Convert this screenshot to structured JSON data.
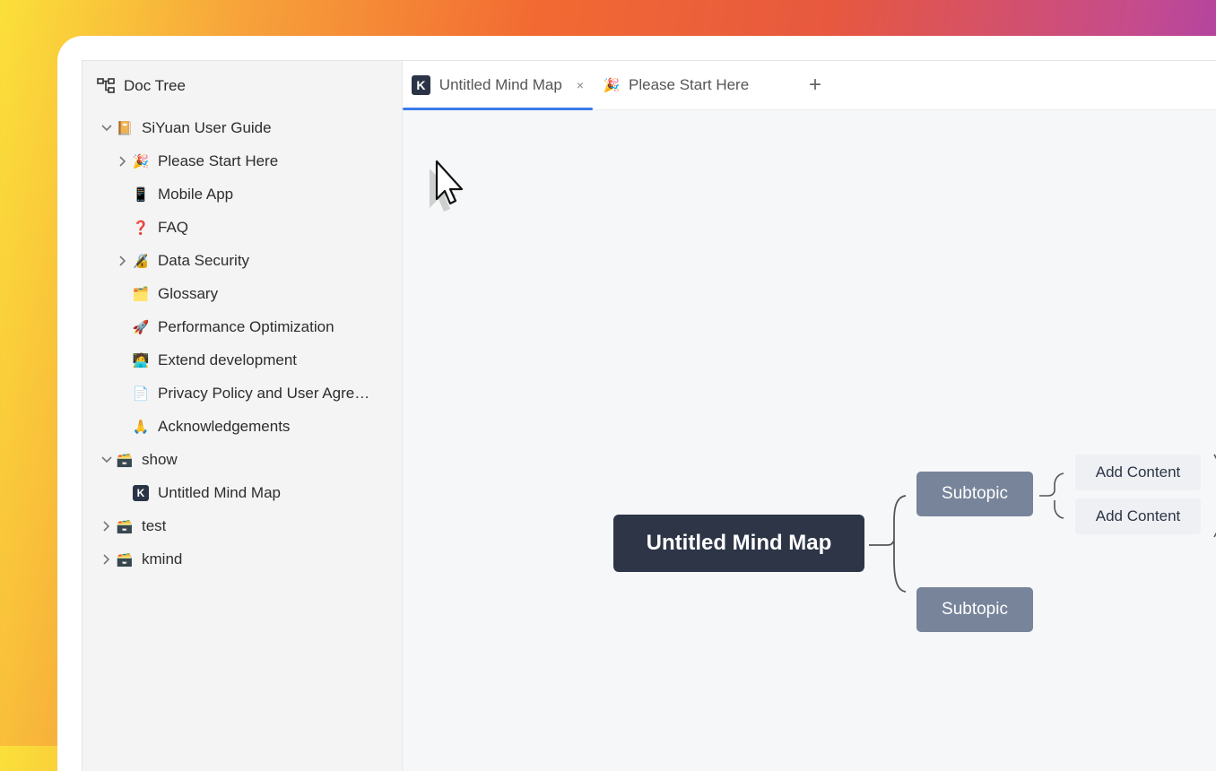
{
  "sidebar": {
    "header": "Doc Tree",
    "items": [
      {
        "label": "SiYuan User Guide",
        "emoji": "📔",
        "level": 0,
        "arrow": "expanded"
      },
      {
        "label": "Please Start Here",
        "emoji": "🎉",
        "level": 1,
        "arrow": "collapsed"
      },
      {
        "label": "Mobile App",
        "emoji": "📱",
        "level": 1,
        "arrow": "none"
      },
      {
        "label": "FAQ",
        "emoji": "❓",
        "level": 1,
        "arrow": "none"
      },
      {
        "label": "Data Security",
        "emoji": "🔏",
        "level": 1,
        "arrow": "collapsed"
      },
      {
        "label": "Glossary",
        "emoji": "🗂️",
        "level": 1,
        "arrow": "none"
      },
      {
        "label": "Performance Optimization",
        "emoji": "🚀",
        "level": 1,
        "arrow": "none"
      },
      {
        "label": "Extend development",
        "emoji": "🧑‍💻",
        "level": 1,
        "arrow": "none"
      },
      {
        "label": "Privacy Policy and User Agre…",
        "emoji": "📄",
        "level": 1,
        "arrow": "none"
      },
      {
        "label": "Acknowledgements",
        "emoji": "🙏",
        "level": 1,
        "arrow": "none"
      },
      {
        "label": "show",
        "emoji": "🗃️",
        "level": 0,
        "arrow": "expanded"
      },
      {
        "label": "Untitled Mind Map",
        "emoji": "K",
        "level": 1,
        "arrow": "none"
      },
      {
        "label": "test",
        "emoji": "🗃️",
        "level": 0,
        "arrow": "collapsed"
      },
      {
        "label": "kmind",
        "emoji": "🗃️",
        "level": 0,
        "arrow": "collapsed"
      }
    ]
  },
  "tabs": {
    "active": {
      "label": "Untitled Mind Map",
      "badge": "K",
      "close": "×"
    },
    "second": {
      "label": "Please Start Here",
      "emoji": "🎉"
    },
    "add": "+"
  },
  "mindmap": {
    "root": "Untitled Mind Map",
    "subtopic1": "Subtopic",
    "subtopic2": "Subtopic",
    "leaf1": "Add Content",
    "leaf2": "Add Content"
  },
  "colors": {
    "accent": "#3c7bea",
    "root_node": "#2d3547",
    "subtopic_node": "#77849a",
    "leaf_node": "#eef0f3"
  }
}
